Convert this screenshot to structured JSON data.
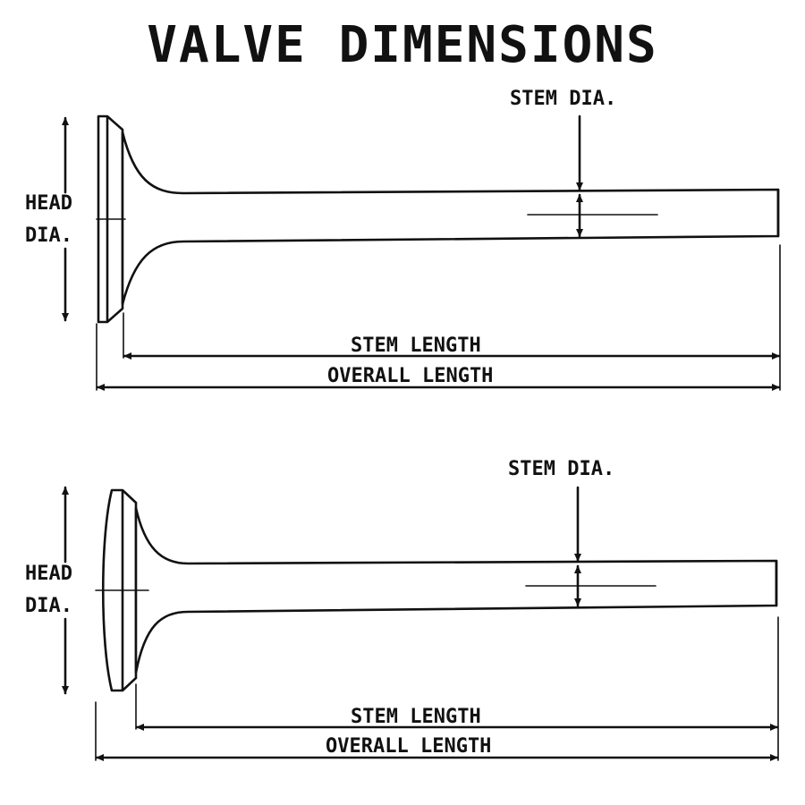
{
  "title": "VALVE DIMENSIONS",
  "diagrams": [
    {
      "head_dia_line1": "HEAD",
      "head_dia_line2": "DIA.",
      "stem_dia": "STEM DIA.",
      "stem_length": "STEM LENGTH",
      "overall_length": "OVERALL LENGTH"
    },
    {
      "head_dia_line1": "HEAD",
      "head_dia_line2": "DIA.",
      "stem_dia": "STEM DIA.",
      "stem_length": "STEM LENGTH",
      "overall_length": "OVERALL LENGTH"
    }
  ]
}
